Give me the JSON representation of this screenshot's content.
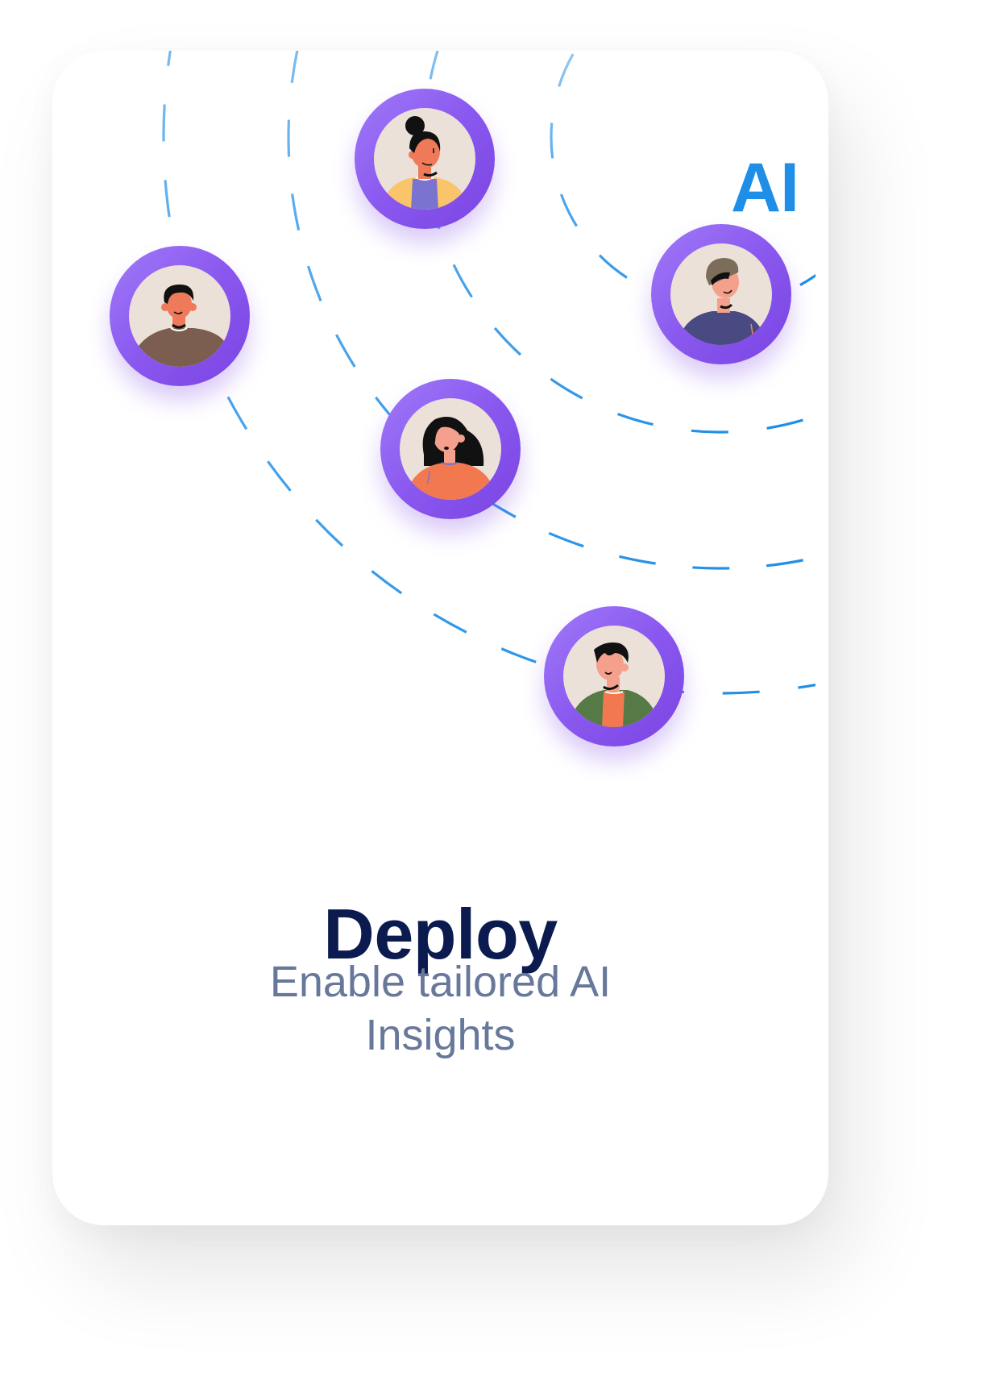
{
  "card": {
    "badge": "AI",
    "title": "Deploy",
    "subtitle_lines": [
      "Enable tailored AI",
      "Insights"
    ]
  },
  "colors": {
    "arc": "#1e8ee6",
    "badge": "#1e8ee6",
    "title": "#0b1a4f",
    "subtitle": "#67789a",
    "avatar_ring": "#8a58ef",
    "avatar_bg": "#ebe1d9"
  },
  "avatars": [
    {
      "id": "avatar-woman-bun",
      "icon": "person-woman-bun-icon"
    },
    {
      "id": "avatar-man-brown-sweater",
      "icon": "person-man-brown-sweater-icon"
    },
    {
      "id": "avatar-man-beanie",
      "icon": "person-man-beanie-icon"
    },
    {
      "id": "avatar-woman-long-hair",
      "icon": "person-woman-long-hair-icon"
    },
    {
      "id": "avatar-man-green-jacket",
      "icon": "person-man-green-jacket-icon"
    }
  ]
}
